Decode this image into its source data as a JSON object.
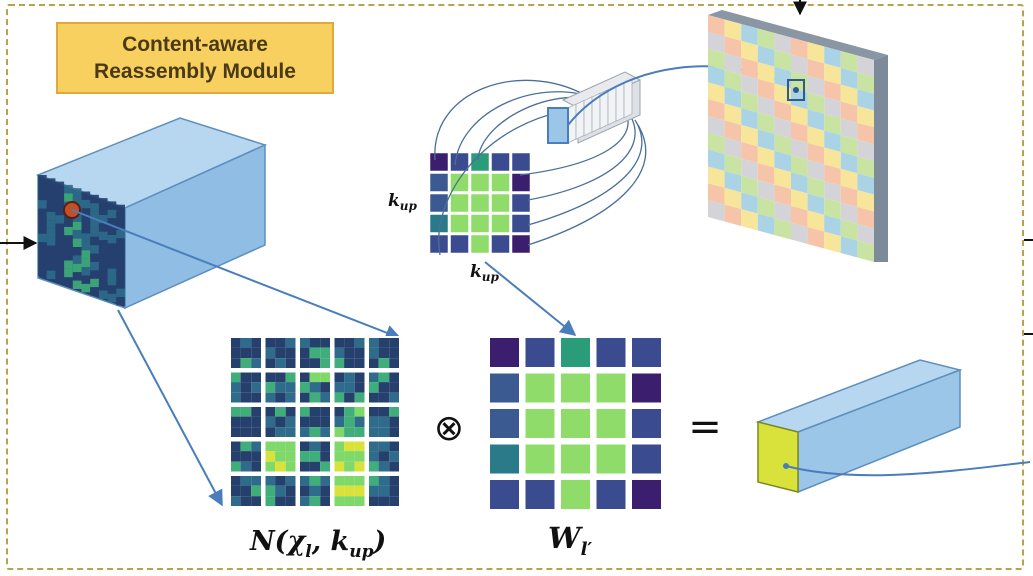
{
  "title": {
    "line1": "Content-aware",
    "line2": "Reassembly Module"
  },
  "labels": {
    "kup_side": "k",
    "kup_side_sub": "up",
    "kup_bottom": "k",
    "kup_bottom_sub": "up",
    "neighborhood_prefix": "N(χ",
    "neighborhood_sub_l": "l",
    "neighborhood_mid": ", k",
    "neighborhood_sub_up": "up",
    "neighborhood_suffix": ")",
    "kernel_main": "W",
    "kernel_sub": "l′",
    "otimes": "⊗",
    "equals": "="
  },
  "kernel_grid": [
    [
      "#3b1e6e",
      "#3b4b8f",
      "#2a9c7a",
      "#3b4b8f",
      "#3b4b8f"
    ],
    [
      "#3b5a92",
      "#8fdc6a",
      "#8fdc6a",
      "#8fdc6a",
      "#3b1e6e"
    ],
    [
      "#3b5a92",
      "#8fdc6a",
      "#8fdc6a",
      "#8fdc6a",
      "#3b4b8f"
    ],
    [
      "#2a7a8a",
      "#8fdc6a",
      "#8fdc6a",
      "#8fdc6a",
      "#3b4b8f"
    ],
    [
      "#3b4b8f",
      "#3b4b8f",
      "#8fdc6a",
      "#3b4b8f",
      "#3b1e6e"
    ]
  ],
  "checker_colors": [
    "#f6c4a8",
    "#c9e3a2",
    "#f7e69a",
    "#d4d4d8",
    "#aad4e6"
  ],
  "colors": {
    "cube_face": "#9cc6e8",
    "cube_top": "#b7d7f0",
    "cube_side": "#7fb0d9",
    "arrow": "#4a7dbc",
    "feature_dark": "#26406e",
    "feature_mid": "#2f6b8a",
    "feature_bright": "#7fd86a",
    "output_face": "#d8e23a"
  }
}
